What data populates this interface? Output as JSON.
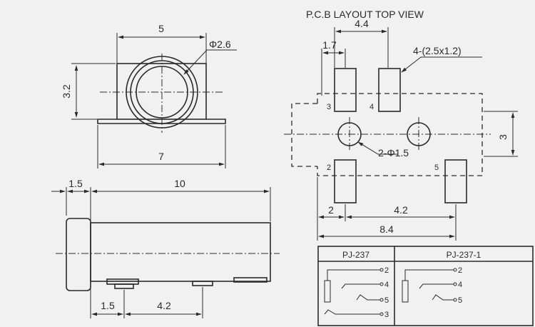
{
  "header": {
    "title": "P.C.B LAYOUT  TOP VIEW"
  },
  "top_view": {
    "width_dim": "5",
    "hole_dim": "Φ2.6",
    "height_dim": "3.2",
    "base_dim": "7"
  },
  "side_view": {
    "head_dim": "1.5",
    "length_dim": "10",
    "pin_offset_dim": "1.5",
    "pin_spacing_dim": "4.2"
  },
  "pcb_layout": {
    "pad_pitch_dim": "4.4",
    "pad_offset_dim": "1.7",
    "pad_note": "4-(2.5x1.2)",
    "hole_pitch_dim": "3",
    "hole_dim": "2-Φ1.5",
    "left_dim": "2",
    "mid_dim": "4.2",
    "total_dim": "8.4",
    "pads": [
      {
        "label": "3"
      },
      {
        "label": "4"
      },
      {
        "label": "2"
      },
      {
        "label": "5"
      }
    ]
  },
  "schematics": [
    {
      "name": "PJ-237",
      "pins": [
        "2",
        "4",
        "5",
        "3"
      ]
    },
    {
      "name": "PJ-237-1",
      "pins": [
        "2",
        "4",
        "5"
      ]
    }
  ]
}
